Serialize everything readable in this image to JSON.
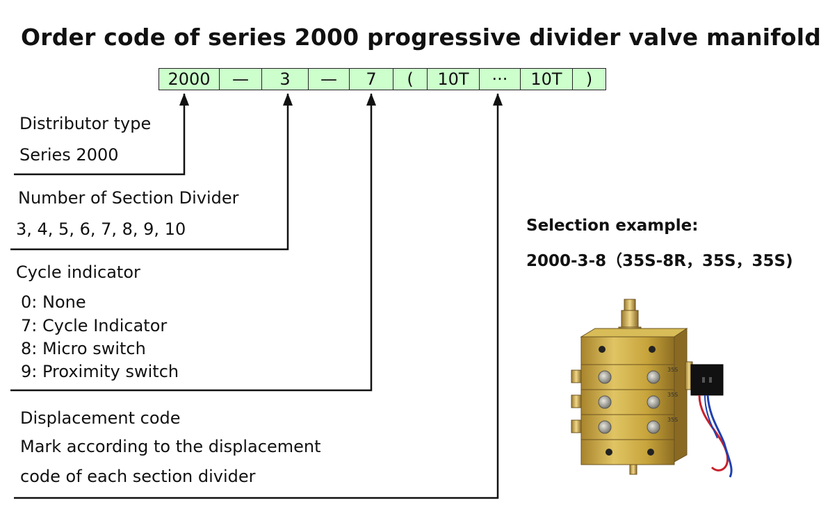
{
  "title": "Order code of series 2000 progressive divider valve manifold",
  "code_cells": [
    "2000",
    "—",
    "3",
    "—",
    "7",
    "(",
    "10T",
    "···",
    "10T",
    ")"
  ],
  "sections": {
    "distributor": {
      "label": "Distributor type",
      "value": "Series 2000"
    },
    "sections_count": {
      "label": "Number of Section Divider",
      "value": "3, 4, 5, 6, 7, 8, 9, 10"
    },
    "cycle": {
      "label": "Cycle indicator",
      "options": [
        "0:  None",
        "7:  Cycle Indicator",
        "8:  Micro switch",
        "9:  Proximity switch"
      ]
    },
    "displacement": {
      "label": "Displacement code",
      "line1": "Mark according to the displacement",
      "line2": "code of each section divider"
    }
  },
  "selection": {
    "label": "Selection example:",
    "value": "2000-3-8（35S-8R，35S，35S)"
  },
  "valve_image": {
    "section_labels": [
      "35S",
      "35S",
      "35S"
    ],
    "colors": {
      "brass": "#c8a53c",
      "bolt": "#9a9a92",
      "wire_red": "#c8202a",
      "wire_blue": "#2040b0",
      "connector": "#111111"
    }
  },
  "colors": {
    "cell_fill": "#ccffcc",
    "line": "#111111"
  }
}
